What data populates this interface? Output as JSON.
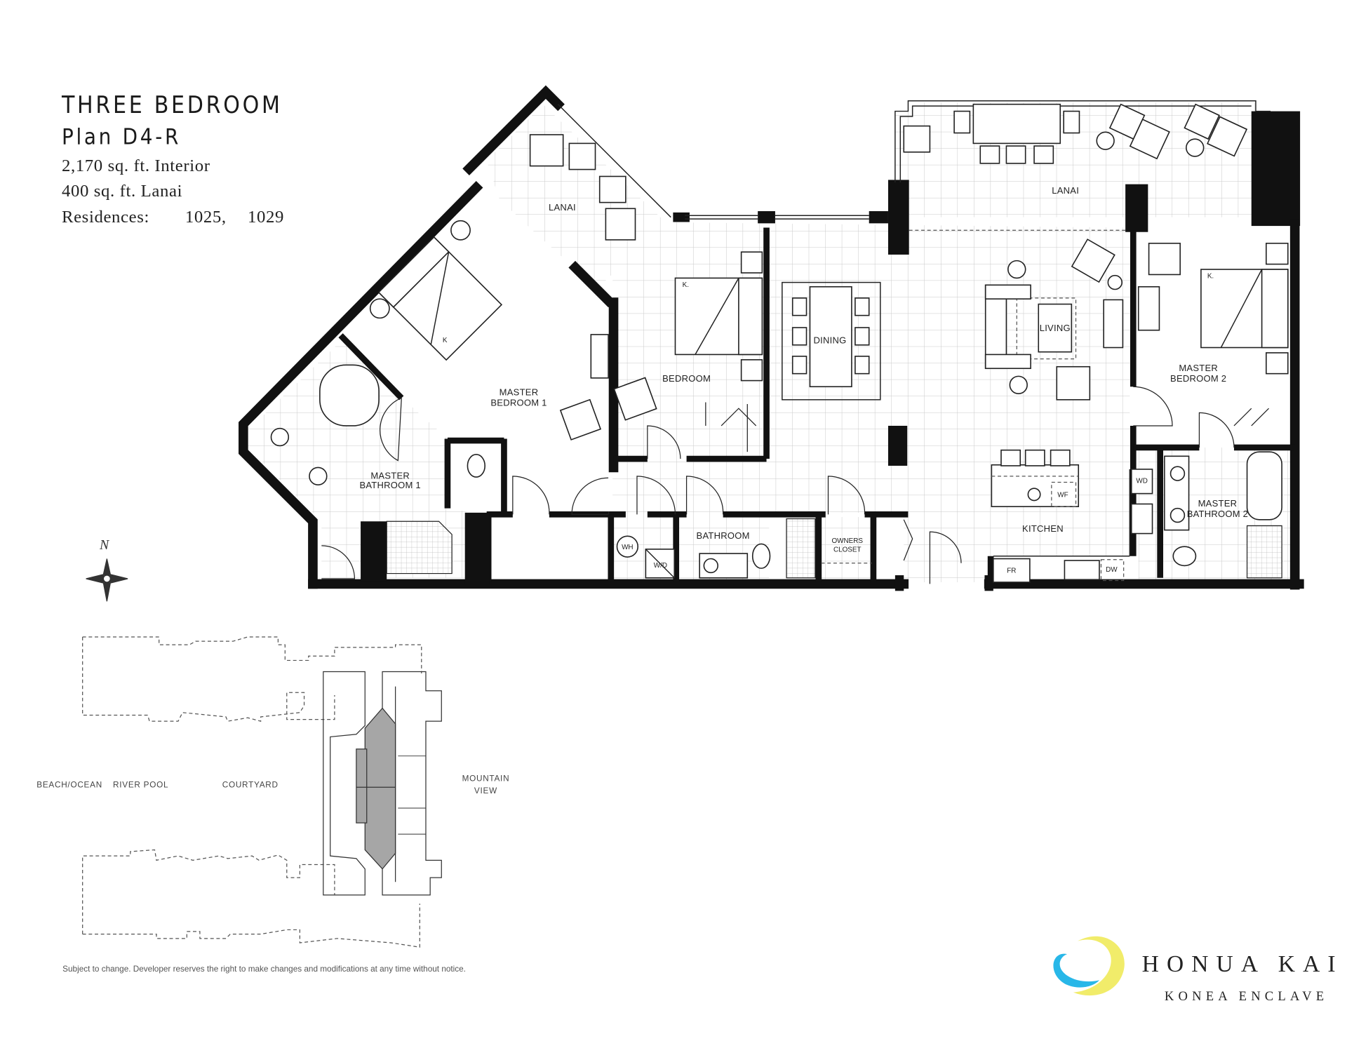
{
  "header": {
    "title": "THREE BEDROOM",
    "plan": "Plan D4-R",
    "interior": "2,170 sq. ft. Interior",
    "lanai": "400 sq. ft. Lanai",
    "residences_label": "Residences:",
    "residences": [
      "1025,",
      "1029"
    ]
  },
  "rooms": {
    "lanai_1": "LANAI",
    "lanai_2": "LANAI",
    "master_bedroom_1": [
      "MASTER",
      "BEDROOM 1"
    ],
    "master_bathroom_1": [
      "MASTER",
      "BATHROOM 1"
    ],
    "bedroom": "BEDROOM",
    "dining": "DINING",
    "living": "LIVING",
    "master_bedroom_2": [
      "MASTER",
      "BEDROOM 2"
    ],
    "master_bathroom_2": [
      "MASTER",
      "BATHROOM 2"
    ],
    "kitchen": "KITCHEN",
    "bathroom": "BATHROOM",
    "owners_closet": [
      "OWNERS",
      "CLOSET"
    ]
  },
  "fixtures": {
    "water_heater": "WH",
    "washer_dryer": "W/D",
    "washer_dryer_2": "WD",
    "fridge": "FR",
    "dishwasher": "DW",
    "wine_fridge": "WF",
    "king_1": "K",
    "king_2": "K.",
    "king_3": "K."
  },
  "compass": {
    "north": "N"
  },
  "key_plan": {
    "beach": "BEACH/OCEAN",
    "river_pool": "RIVER POOL",
    "courtyard": "COURTYARD",
    "mountain_view": [
      "MOUNTAIN",
      "VIEW"
    ],
    "highlight_color": "#a6a6a6"
  },
  "disclaimer": "Subject to change. Developer reserves the right to make changes and modifications at any time without notice.",
  "logo": {
    "name": "HONUA KAI",
    "subtitle": "KONEA ENCLAVE",
    "colors": {
      "yellow": "#f1ec6a",
      "cyan": "#28b7e8"
    }
  }
}
